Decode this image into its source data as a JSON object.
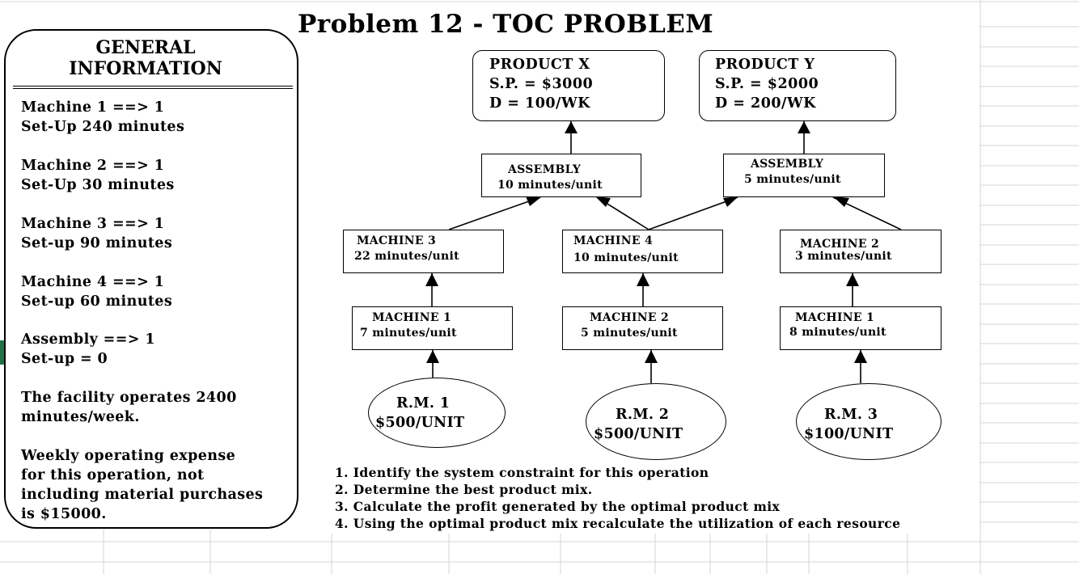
{
  "title": "Problem 12 - TOC PROBLEM",
  "general": {
    "heading_line1": "GENERAL",
    "heading_line2": "INFORMATION",
    "lines": [
      "Machine 1 ==> 1",
      "Set-Up 240 minutes",
      "Machine 2 ==> 1",
      "Set-Up 30 minutes",
      "Machine 3 ==> 1",
      "Set-up 90 minutes",
      "Machine 4 ==> 1",
      "Set-up 60 minutes",
      "Assembly ==> 1",
      "Set-up = 0",
      "The facility operates 2400",
      "minutes/week.",
      "Weekly operating expense",
      "for this operation, not",
      "including material purchases",
      "is $15000."
    ]
  },
  "products": [
    {
      "name": "PRODUCT X",
      "price": "S.P. = $3000",
      "demand": "D = 100/WK"
    },
    {
      "name": "PRODUCT Y",
      "price": "S.P. = $2000",
      "demand": "D = 200/WK"
    }
  ],
  "assemblies": [
    {
      "name": "ASSEMBLY",
      "time": "10 minutes/unit"
    },
    {
      "name": "ASSEMBLY",
      "time": "5 minutes/unit"
    }
  ],
  "machines_upper": [
    {
      "name": "MACHINE 3",
      "time": "22 minutes/unit"
    },
    {
      "name": "MACHINE 4",
      "time": "10 minutes/unit"
    },
    {
      "name": "MACHINE 2",
      "time": "3 minutes/unit"
    }
  ],
  "machines_lower": [
    {
      "name": "MACHINE 1",
      "time": "7 minutes/unit"
    },
    {
      "name": "MACHINE 2",
      "time": "5 minutes/unit"
    },
    {
      "name": "MACHINE 1",
      "time": "8 minutes/unit"
    }
  ],
  "raw_materials": [
    {
      "name": "R.M. 1",
      "cost": "$500/UNIT"
    },
    {
      "name": "R.M. 2",
      "cost": "$500/UNIT"
    },
    {
      "name": "R.M. 3",
      "cost": "$100/UNIT"
    }
  ],
  "questions": [
    "1. Identify the system constraint for this operation",
    "2. Determine the best product mix.",
    "3. Calculate the profit generated by the optimal product mix",
    "4. Using the optimal product mix recalculate the utilization of each resource"
  ],
  "colors": {
    "grid": "#d4d4d4",
    "line": "#000000",
    "sheet_tab": "#217346"
  }
}
